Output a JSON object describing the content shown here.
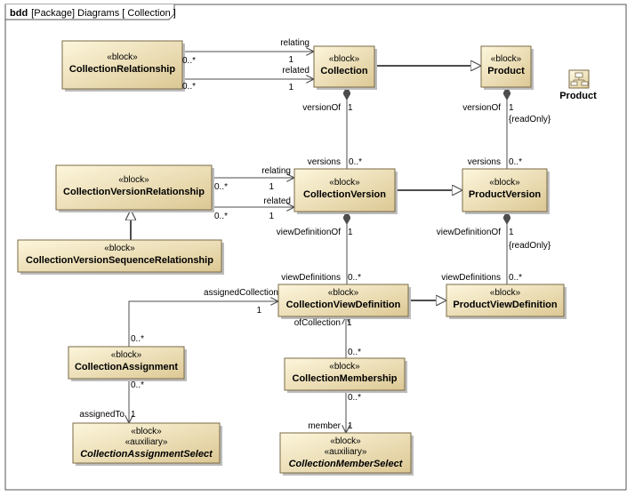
{
  "frame": {
    "keyword": "bdd",
    "title": "[Package] Diagrams [ Collection ]"
  },
  "stereotypes": {
    "block": "«block»",
    "auxiliary": "«auxiliary»"
  },
  "product_symbol": {
    "icon": "package-diagram-icon",
    "label": "Product"
  },
  "blocks": [
    {
      "id": "collection-relationship",
      "name": "CollectionRelationship",
      "italic": false,
      "aux": false
    },
    {
      "id": "collection",
      "name": "Collection",
      "italic": false,
      "aux": false
    },
    {
      "id": "product",
      "name": "Product",
      "italic": false,
      "aux": false
    },
    {
      "id": "collection-version-relationship",
      "name": "CollectionVersionRelationship",
      "italic": false,
      "aux": false
    },
    {
      "id": "collection-version",
      "name": "CollectionVersion",
      "italic": false,
      "aux": false
    },
    {
      "id": "product-version",
      "name": "ProductVersion",
      "italic": false,
      "aux": false
    },
    {
      "id": "collection-version-sequence-relationship",
      "name": "CollectionVersionSequenceRelationship",
      "italic": false,
      "aux": false
    },
    {
      "id": "collection-view-definition",
      "name": "CollectionViewDefinition",
      "italic": false,
      "aux": false
    },
    {
      "id": "product-view-definition",
      "name": "ProductViewDefinition",
      "italic": false,
      "aux": false
    },
    {
      "id": "collection-assignment",
      "name": "CollectionAssignment",
      "italic": false,
      "aux": false
    },
    {
      "id": "collection-membership",
      "name": "CollectionMembership",
      "italic": false,
      "aux": false
    },
    {
      "id": "collection-assignment-select",
      "name": "CollectionAssignmentSelect",
      "italic": true,
      "aux": true
    },
    {
      "id": "collection-member-select",
      "name": "CollectionMemberSelect",
      "italic": true,
      "aux": true
    }
  ],
  "labels": [
    {
      "id": "cr-relating",
      "text": "relating"
    },
    {
      "id": "cr-relating-src",
      "text": "0..*"
    },
    {
      "id": "cr-relating-dst",
      "text": "1"
    },
    {
      "id": "cr-related",
      "text": "related"
    },
    {
      "id": "cr-related-src",
      "text": "0..*"
    },
    {
      "id": "cr-related-dst",
      "text": "1"
    },
    {
      "id": "c-versionof",
      "text": "versionOf"
    },
    {
      "id": "c-versionof-mult",
      "text": "1"
    },
    {
      "id": "c-versions",
      "text": "versions"
    },
    {
      "id": "c-versions-mult",
      "text": "0..*"
    },
    {
      "id": "p-versionof",
      "text": "versionOf"
    },
    {
      "id": "p-versionof-mult",
      "text": "1"
    },
    {
      "id": "p-readonly-1",
      "text": "{readOnly}"
    },
    {
      "id": "p-versions",
      "text": "versions"
    },
    {
      "id": "p-versions-mult",
      "text": "0..*"
    },
    {
      "id": "cvr-relating",
      "text": "relating"
    },
    {
      "id": "cvr-relating-src",
      "text": "0..*"
    },
    {
      "id": "cvr-relating-dst",
      "text": "1"
    },
    {
      "id": "cvr-related",
      "text": "related"
    },
    {
      "id": "cvr-related-src",
      "text": "0..*"
    },
    {
      "id": "cvr-related-dst",
      "text": "1"
    },
    {
      "id": "cv-viewdefof",
      "text": "viewDefinitionOf"
    },
    {
      "id": "cv-viewdefof-mult",
      "text": "1"
    },
    {
      "id": "cv-viewdefs",
      "text": "viewDefinitions"
    },
    {
      "id": "cv-viewdefs-mult",
      "text": "0..*"
    },
    {
      "id": "pv-viewdefof",
      "text": "viewDefinitionOf"
    },
    {
      "id": "pv-viewdefof-mult",
      "text": "1"
    },
    {
      "id": "p-readonly-2",
      "text": "{readOnly}"
    },
    {
      "id": "pv-viewdefs",
      "text": "viewDefinitions"
    },
    {
      "id": "pv-viewdefs-mult",
      "text": "0..*"
    },
    {
      "id": "ca-assignedcoll",
      "text": "assignedCollection"
    },
    {
      "id": "ca-assignedcoll-mult",
      "text": "1"
    },
    {
      "id": "ca-src-mult",
      "text": "0..*"
    },
    {
      "id": "cm-ofcollection",
      "text": "ofCollection"
    },
    {
      "id": "cm-ofcollection-mult",
      "text": "1"
    },
    {
      "id": "cm-src-mult",
      "text": "0..*"
    },
    {
      "id": "ca-assignedto-src",
      "text": "0..*"
    },
    {
      "id": "ca-assignedto",
      "text": "assignedTo"
    },
    {
      "id": "ca-assignedto-mult",
      "text": "1"
    },
    {
      "id": "cm-member-src",
      "text": "0..*"
    },
    {
      "id": "cm-member",
      "text": "member"
    },
    {
      "id": "cm-member-mult",
      "text": "1"
    }
  ],
  "colors": {
    "block_top": "#fdf6dc",
    "block_bottom": "#dcc894",
    "block_border": "#7a6a46",
    "shadow": "#bdbdbd",
    "frame": "#555555",
    "line": "#4d4d4d"
  }
}
